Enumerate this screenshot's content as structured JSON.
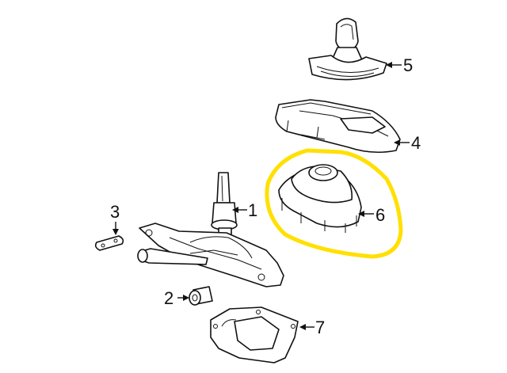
{
  "diagram": {
    "highlight_color": "#ffe000",
    "line_color": "#111111",
    "callouts": [
      {
        "id": "1",
        "label": "1"
      },
      {
        "id": "2",
        "label": "2"
      },
      {
        "id": "3",
        "label": "3"
      },
      {
        "id": "4",
        "label": "4"
      },
      {
        "id": "5",
        "label": "5"
      },
      {
        "id": "6",
        "label": "6"
      },
      {
        "id": "7",
        "label": "7"
      }
    ],
    "highlighted_part": "6"
  }
}
